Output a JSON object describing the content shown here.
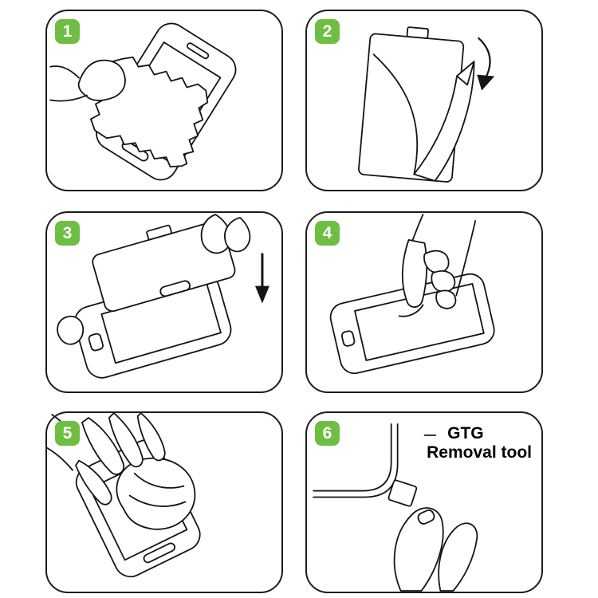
{
  "page": {
    "background": "#ffffff",
    "description": "Six-step screen protector installation instructions"
  },
  "colors": {
    "badge_green": "#6fbe44",
    "line": "#1c1c1c",
    "panel_border": "#1c1c1c"
  },
  "steps": [
    {
      "number": "1",
      "illustration": "wipe-phone-with-cleaning-cloth"
    },
    {
      "number": "2",
      "illustration": "peel-backing-film-off-protector"
    },
    {
      "number": "3",
      "illustration": "align-protector-over-phone"
    },
    {
      "number": "4",
      "illustration": "press-center-of-screen"
    },
    {
      "number": "5",
      "illustration": "smooth-out-bubbles-with-cloth"
    },
    {
      "number": "6",
      "illustration": "lift-corner-with-removal-tool"
    }
  ],
  "removal_tool_label": {
    "line1": "GTG",
    "line2": "Removal tool"
  }
}
